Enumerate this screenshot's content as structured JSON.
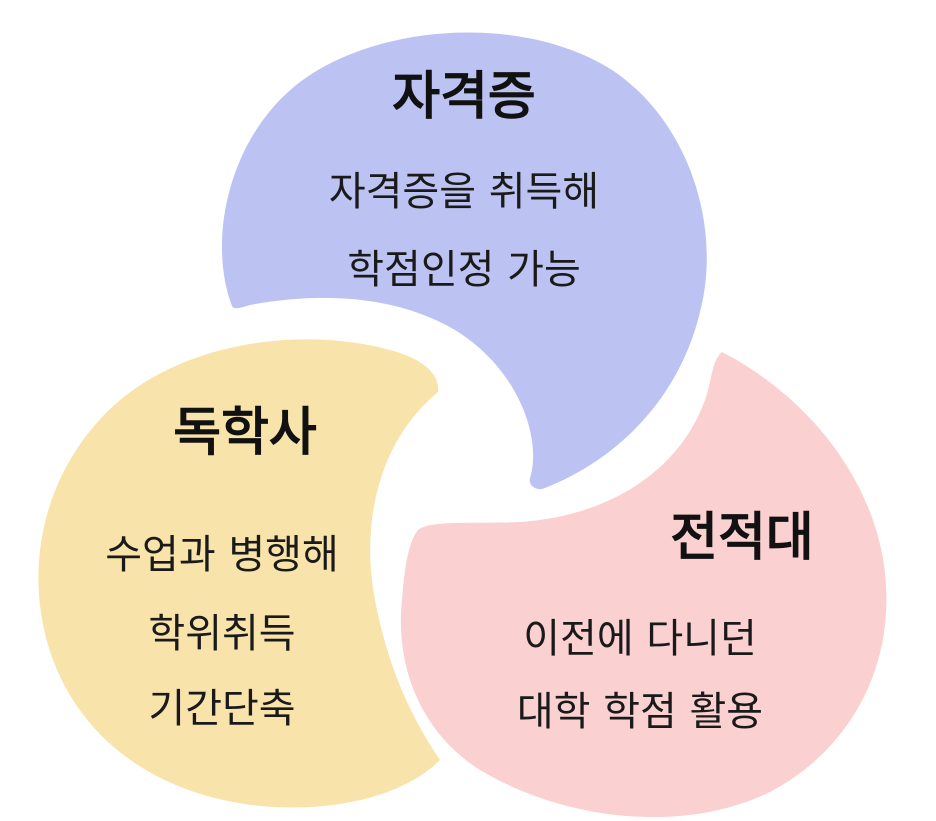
{
  "colors": {
    "top_blob": "#bcc3f3",
    "left_blob": "#f8e3aa",
    "right_blob": "#fbd0d1",
    "text": "#1a1a1a"
  },
  "segments": {
    "certificate": {
      "title": "자격증",
      "lines": [
        "자격증을 취득해",
        "학점인정 가능"
      ]
    },
    "self_study": {
      "title": "독학사",
      "lines": [
        "수업과 병행해",
        "학위취득",
        "기간단축"
      ]
    },
    "prior_school": {
      "title": "전적대",
      "lines": [
        "이전에 다니던",
        "대학 학점 활용"
      ]
    }
  }
}
